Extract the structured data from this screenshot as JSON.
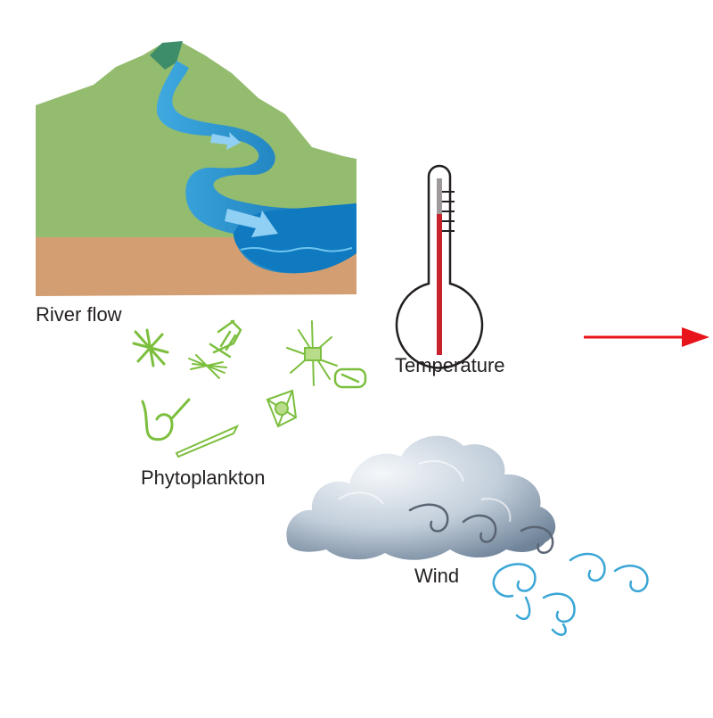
{
  "labels": {
    "river_flow": "River flow",
    "phytoplankton": "Phytoplankton",
    "temperature": "Temperature",
    "wind": "Wind"
  },
  "icons": {
    "river": "river-landscape-icon",
    "phytoplankton": "phytoplankton-icon",
    "thermometer": "thermometer-icon",
    "cloud": "cloud-icon",
    "wind": "wind-swirl-icon",
    "arrow": "arrow-right-icon"
  },
  "colors": {
    "hill": "#94bc6f",
    "soil": "#d29e72",
    "water": "#1e88c8",
    "plankton": "#7cbf3e",
    "mercury": "#c8232c",
    "arrow": "#e8141b",
    "wind": "#3aa6d6"
  }
}
